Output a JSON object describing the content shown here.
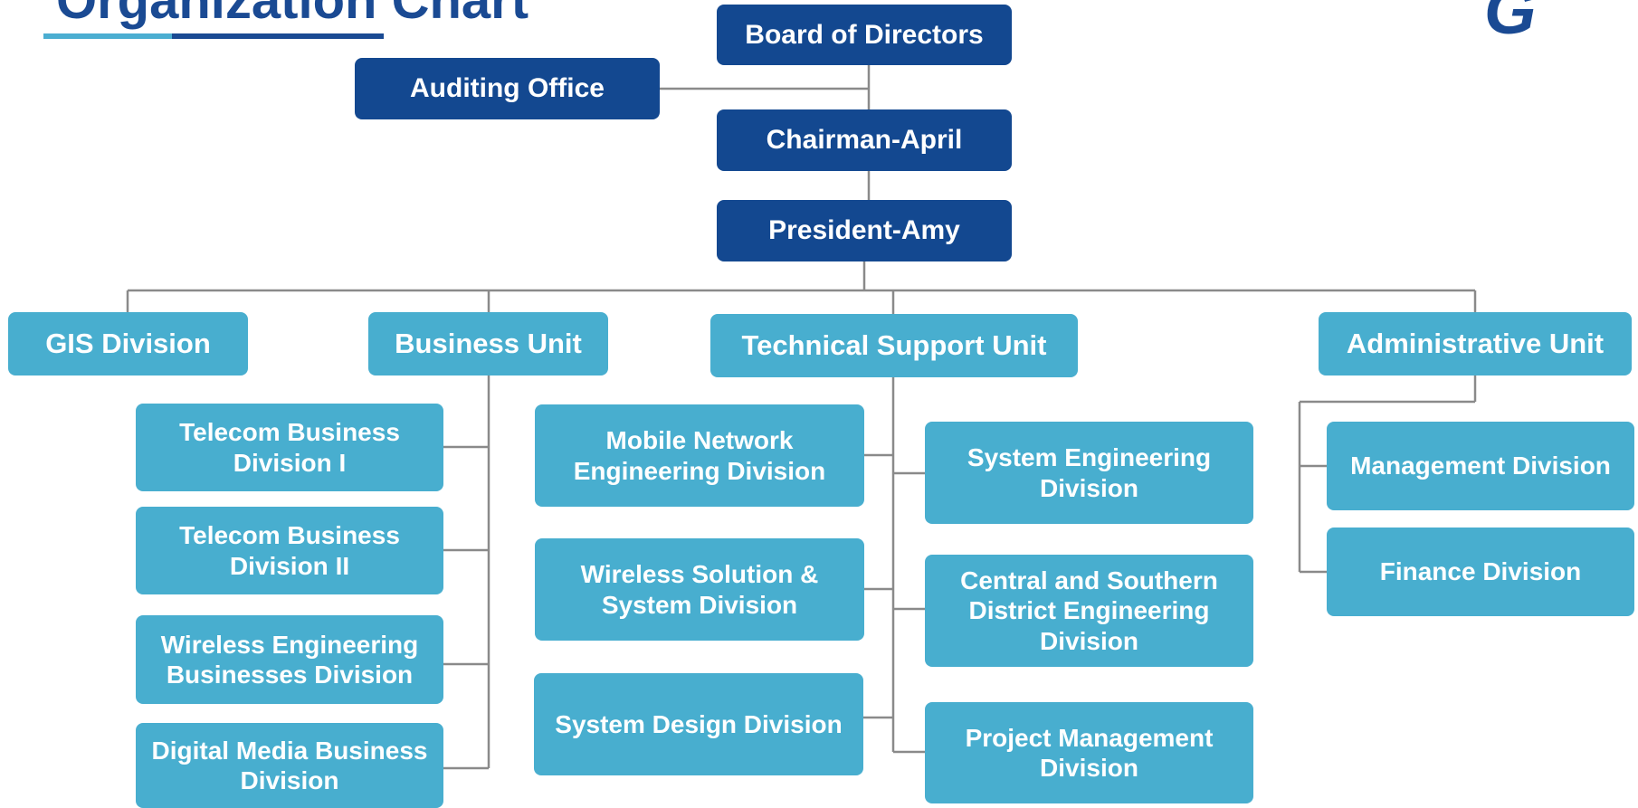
{
  "title": "Organization Chart",
  "logo_text": "G",
  "colors": {
    "dark_box": "#134890",
    "light_box": "#48aecf",
    "connector": "#8a8a8a",
    "accent": "#4baed1"
  },
  "nodes": {
    "board": "Board of Directors",
    "auditing": "Auditing Office",
    "chairman": "Chairman-April",
    "president": "President-Amy",
    "gis": "GIS Division",
    "business_unit": "Business Unit",
    "technical_unit": "Technical Support Unit",
    "administrative_unit": "Administrative Unit",
    "telecom_1": "Telecom Business Division I",
    "telecom_2": "Telecom Business Division II",
    "wireless_eng_biz": "Wireless Engineering Businesses Division",
    "digital_media": "Digital Media Business Division",
    "mobile_network": "Mobile Network Engineering Division",
    "wireless_solution": "Wireless Solution & System Division",
    "system_design": "System Design Division",
    "system_engineering": "System Engineering Division",
    "central_southern": "Central and Southern District Engineering Division",
    "project_management": "Project Management Division",
    "management": "Management Division",
    "finance": "Finance Division"
  }
}
